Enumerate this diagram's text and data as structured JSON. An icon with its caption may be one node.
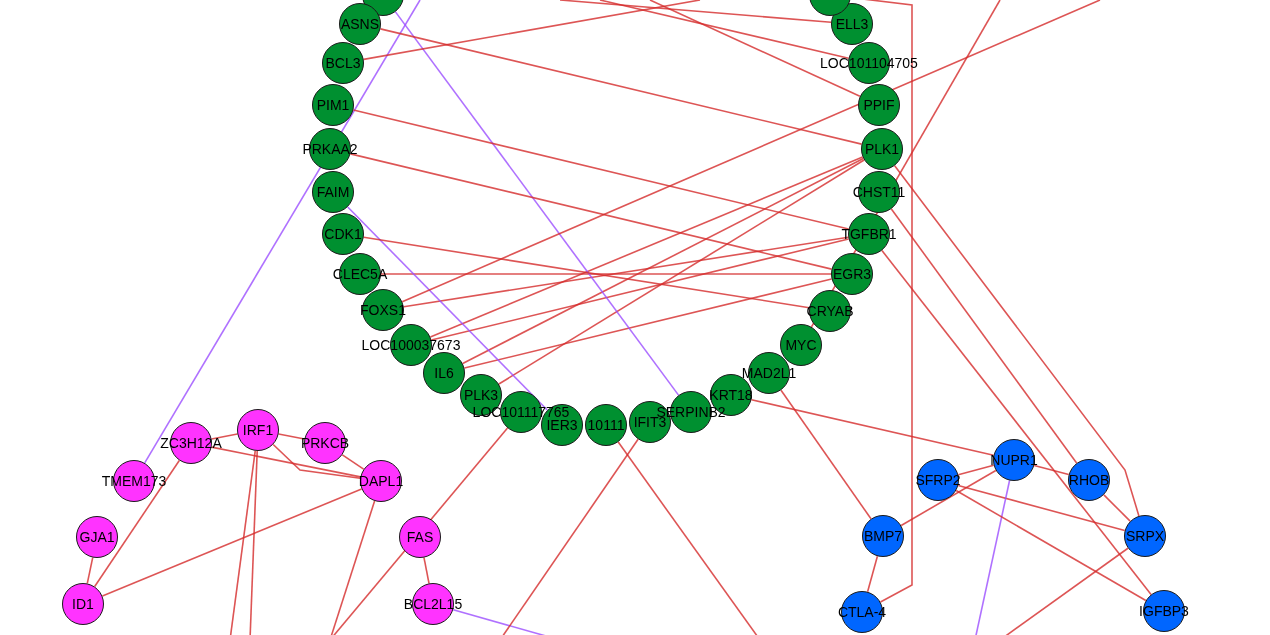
{
  "diagram": {
    "nodes": [
      {
        "text": [],
        "shape": "circle"
      },
      {
        "text": [
          "ASNS"
        ]
      },
      {
        "text": [
          "BCL3"
        ]
      },
      {
        "text": [
          "PIM1"
        ]
      },
      {
        "text": [
          "PRKAA2"
        ]
      },
      {
        "text": [
          "FAIM"
        ]
      },
      {
        "text": [
          "CDK1"
        ]
      },
      {
        "text": [
          "CLEC5A"
        ]
      },
      {
        "text": [
          "FOXS1"
        ]
      },
      {
        "text": [
          "LOC100037673"
        ]
      },
      {
        "text": [
          "IL6"
        ]
      },
      {
        "text": [
          "PLK3"
        ]
      },
      {
        "text": [
          "LOC101117765"
        ]
      },
      {
        "text": [
          "IER3"
        ]
      },
      {
        "text": [
          "10111"
        ]
      },
      {
        "text": [
          "IFIT3"
        ]
      },
      {
        "text": [
          "SERPINB2"
        ]
      },
      {
        "text": [
          "KRT18"
        ]
      },
      {
        "text": [
          "MAD2L1"
        ]
      },
      {
        "text": [
          "MYC"
        ]
      },
      {
        "text": [
          "CRYAB"
        ]
      },
      {
        "text": [
          "EGR3"
        ]
      },
      {
        "text": [
          "TGFBR1"
        ]
      },
      {
        "text": [
          "CHST11"
        ]
      },
      {
        "text": [
          "PLK1"
        ]
      },
      {
        "text": [
          "PPIF"
        ]
      },
      {
        "text": [
          "LOC101104705"
        ]
      },
      {
        "text": [
          "ELL3"
        ]
      },
      {
        "text": [],
        "shape": "circle"
      },
      {
        "text": [
          "ZC3H12A"
        ]
      },
      {
        "text": [
          "IRF1"
        ]
      },
      {
        "text": [
          "PRKCB"
        ]
      },
      {
        "text": [
          "TMEM173"
        ]
      },
      {
        "text": [
          "DAPL1"
        ]
      },
      {
        "text": [
          "GJA1"
        ]
      },
      {
        "text": [
          "FAS"
        ]
      },
      {
        "text": [
          "ID1"
        ]
      },
      {
        "text": [
          "BCL2L15"
        ]
      },
      {
        "text": [
          "NUPR1"
        ]
      },
      {
        "text": [
          "SFRP2"
        ]
      },
      {
        "text": [
          "RHOB"
        ]
      },
      {
        "text": [
          "BMP7"
        ]
      },
      {
        "text": [
          "SRPX"
        ]
      },
      {
        "text": [
          "CTLA-4"
        ]
      },
      {
        "text": [
          "IGFBP3"
        ]
      }
    ],
    "edges": [
      {
        "from": 34,
        "to": 36,
        "arrow": "none"
      },
      {
        "from": 36,
        "to": 33,
        "arrow": "none"
      },
      {
        "from": 36,
        "to": 29,
        "arrow": "none"
      },
      {
        "from": 32,
        "to": null,
        "arrow": "none",
        "color": "#9b4dff"
      },
      {
        "from": 29,
        "to": 30,
        "arrow": "none"
      },
      {
        "from": 30,
        "to": 31,
        "arrow": "none"
      },
      {
        "from": 30,
        "to": 33,
        "arrow": "none"
      },
      {
        "from": 29,
        "to": 33,
        "arrow": "none"
      },
      {
        "from": 31,
        "to": 33,
        "arrow": "none"
      },
      {
        "from": 38,
        "to": 39,
        "arrow": "none"
      },
      {
        "from": 38,
        "to": 40,
        "arrow": "none"
      },
      {
        "from": 40,
        "to": 42,
        "arrow": "none"
      },
      {
        "from": 39,
        "to": 42,
        "arrow": "none"
      },
      {
        "from": 41,
        "to": 38,
        "arrow": "none"
      },
      {
        "from": 38,
        "to": null,
        "arrow": "none",
        "color": "#9b4dff"
      },
      {
        "from": 7,
        "to": 21,
        "arrow": "none"
      },
      {
        "from": 28,
        "to": 43,
        "arrow": "none"
      },
      {
        "from": 24,
        "to": 11,
        "arrow": "none"
      },
      {
        "from": 24,
        "to": 10,
        "arrow": "none"
      },
      {
        "from": 24,
        "to": 9,
        "arrow": "none"
      },
      {
        "from": 22,
        "to": 8,
        "arrow": "none"
      },
      {
        "from": 22,
        "to": 9,
        "arrow": "none"
      },
      {
        "from": 21,
        "to": 10,
        "arrow": "none"
      },
      {
        "from": 5,
        "to": 13,
        "arrow": "none",
        "color": "#9b4dff"
      },
      {
        "from": 0,
        "to": 16,
        "arrow": "none",
        "color": "#9b4dff"
      },
      {
        "from": 2,
        "to": null,
        "arrow": "none"
      },
      {
        "from": 1,
        "to": 24,
        "arrow": "none"
      },
      {
        "from": 3,
        "to": 22,
        "arrow": "none"
      },
      {
        "from": 4,
        "to": 21,
        "arrow": "none"
      },
      {
        "from": 6,
        "to": 20,
        "arrow": "none"
      },
      {
        "from": 27,
        "to": null,
        "arrow": "none"
      },
      {
        "from": 26,
        "to": null,
        "arrow": "none"
      },
      {
        "from": 25,
        "to": null,
        "arrow": "none"
      },
      {
        "from": 24,
        "to": 42,
        "arrow": "none"
      },
      {
        "from": 23,
        "to": 40,
        "arrow": "none"
      },
      {
        "from": 22,
        "to": 44,
        "arrow": "none"
      },
      {
        "from": 30,
        "to": null,
        "arrow": "none"
      },
      {
        "from": 30,
        "to": null,
        "arrow": "none"
      },
      {
        "from": 35,
        "to": 37,
        "arrow": "none"
      },
      {
        "from": 37,
        "to": null,
        "arrow": "none",
        "color": "#9b4dff"
      },
      {
        "from": 33,
        "to": null,
        "arrow": "none"
      },
      {
        "from": 41,
        "to": 43,
        "arrow": "none"
      },
      {
        "from": 44,
        "to": 39,
        "arrow": "none"
      },
      {
        "from": 42,
        "to": null,
        "arrow": "none"
      },
      {
        "from": 12,
        "to": null,
        "arrow": "none"
      },
      {
        "from": 15,
        "to": null,
        "arrow": "none"
      },
      {
        "from": 19,
        "to": null,
        "arrow": "none"
      },
      {
        "from": 17,
        "to": 38,
        "arrow": "none"
      },
      {
        "from": 18,
        "to": 41,
        "arrow": "none"
      },
      {
        "from": 14,
        "to": null,
        "arrow": "none"
      },
      {
        "from": 8,
        "to": null,
        "arrow": "none"
      }
    ]
  }
}
